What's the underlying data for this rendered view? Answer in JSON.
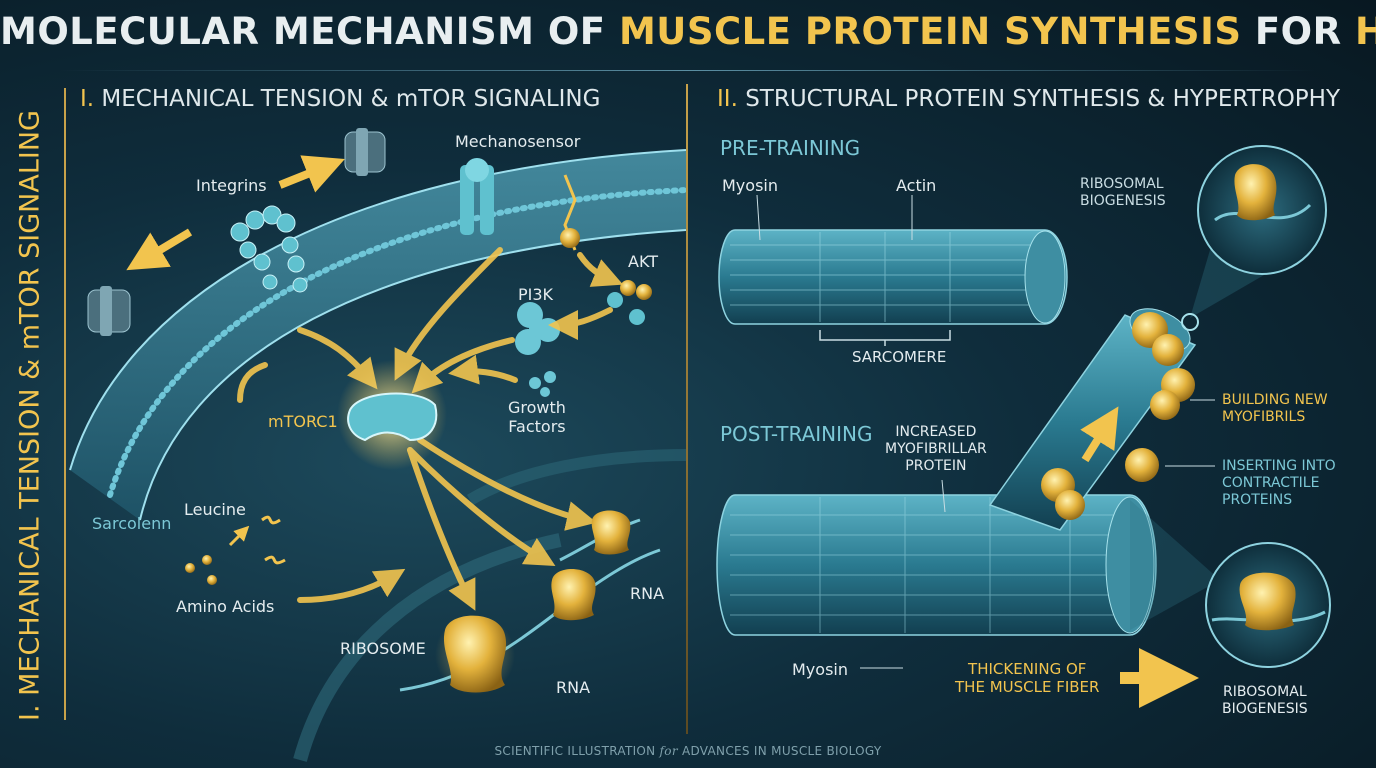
{
  "title": {
    "part1": "MOLECULAR MECHANISM OF ",
    "part2": "MUSCLE PROTEIN SYNTHESIS",
    "part3": " FOR ",
    "part4": "HYPERTROPHY"
  },
  "section1": {
    "number": "I.",
    "heading": "MECHANICAL TENSION & mTOR SIGNALING"
  },
  "vertical_label": "I. MECHANICAL TENSION  &  mTOR SIGNALING",
  "section2": {
    "number": "II.",
    "heading": "STRUCTURAL PROTEIN SYNTHESIS & HYPERTROPHY"
  },
  "left_labels": {
    "integrins": "Integrins",
    "mechanosensor": "Mechanosensor",
    "akt": "AKT",
    "pi3k": "PI3K",
    "mtorc1": "mTORC1",
    "growth_factors": "Growth\nFactors",
    "sarcolemma": "Sarcolenn",
    "leucine": "Leucine",
    "amino_acids": "Amino Acids",
    "ribosome": "RIBOSOME",
    "rna_upper": "RNA",
    "rna_lower": "RNA"
  },
  "right_labels": {
    "pre_training": "PRE-TRAINING",
    "myosin_top": "Myosin",
    "actin": "Actin",
    "sarcomere": "SARCOMERE",
    "ribosomal_top": "RIBOSOMAL\nBIOGENESIS",
    "post_training": "POST-TRAINING",
    "increased": "INCREASED\nMYOFIBRILLAR\nPROTEIN",
    "building": "BUILDING NEW\nMYOFIBRILS",
    "inserting": "INSERTING INTO\nCONTRACTILE\nPROTEINS",
    "myosin_bottom": "Myosin",
    "thickening": "THICKENING OF\nTHE MUSCLE FIBER",
    "ribosomal_bottom": "RIBOSOMAL\nBIOGENESIS"
  },
  "footer": {
    "a": "SCIENTIFIC ILLUSTRATION ",
    "b": "for",
    "c": " ADVANCES IN MUSCLE BIOLOGY"
  },
  "colors": {
    "accent": "#f2c44e",
    "teal": "#7cc8d6",
    "background": "#0f2d3c"
  }
}
